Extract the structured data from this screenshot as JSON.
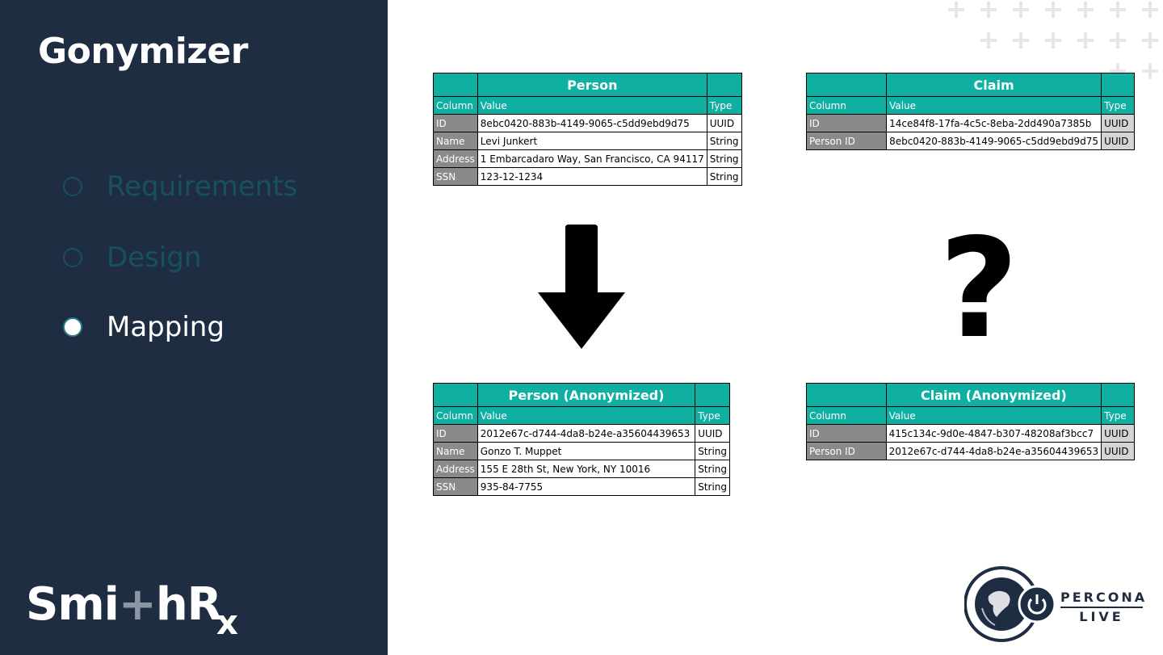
{
  "slide": {
    "title": "Gonymizer"
  },
  "agenda": [
    {
      "label": "Requirements",
      "active": false
    },
    {
      "label": "Design",
      "active": false
    },
    {
      "label": "Mapping",
      "active": true
    }
  ],
  "logo": {
    "smithrx_a": "Smi",
    "smithrx_plus": "+",
    "smithrx_b": "hR",
    "smithrx_sub": "x",
    "percona_line1": "PERCONA",
    "percona_line2": "LIVE"
  },
  "tables": {
    "person": {
      "title": "Person",
      "headers": {
        "column": "Column",
        "value": "Value",
        "type": "Type"
      },
      "rows": [
        {
          "column": "ID",
          "value": "8ebc0420-883b-4149-9065-c5dd9ebd9d75",
          "type": "UUID"
        },
        {
          "column": "Name",
          "value": "Levi Junkert",
          "type": "String"
        },
        {
          "column": "Address",
          "value": "1 Embarcadaro Way, San Francisco, CA 94117",
          "type": "String"
        },
        {
          "column": "SSN",
          "value": "123-12-1234",
          "type": "String"
        }
      ]
    },
    "claim": {
      "title": "Claim",
      "headers": {
        "column": "Column",
        "value": "Value",
        "type": "Type"
      },
      "rows": [
        {
          "column": "ID",
          "value": "14ce84f8-17fa-4c5c-8eba-2dd490a7385b",
          "type": "UUID"
        },
        {
          "column": "Person ID",
          "value": "8ebc0420-883b-4149-9065-c5dd9ebd9d75",
          "type": "UUID"
        }
      ]
    },
    "person_anon": {
      "title": "Person (Anonymized)",
      "headers": {
        "column": "Column",
        "value": "Value",
        "type": "Type"
      },
      "rows": [
        {
          "column": "ID",
          "value": "2012e67c-d744-4da8-b24e-a35604439653",
          "type": "UUID"
        },
        {
          "column": "Name",
          "value": "Gonzo T. Muppet",
          "type": "String"
        },
        {
          "column": "Address",
          "value": "155 E 28th St, New York, NY 10016",
          "type": "String"
        },
        {
          "column": "SSN",
          "value": "935-84-7755",
          "type": "String"
        }
      ]
    },
    "claim_anon": {
      "title": "Claim (Anonymized)",
      "headers": {
        "column": "Column",
        "value": "Value",
        "type": "Type"
      },
      "rows": [
        {
          "column": "ID",
          "value": "415c134c-9d0e-4847-b307-48208af3bcc7",
          "type": "UUID"
        },
        {
          "column": "Person ID",
          "value": "2012e67c-d744-4da8-b24e-a35604439653",
          "type": "UUID"
        }
      ]
    }
  },
  "diagram": {
    "arrow_icon": "down-arrow-icon",
    "question_mark": "?"
  },
  "colors": {
    "panel": "#1f2d42",
    "table_header": "#0fb0a2",
    "column_cell": "#8a8a8a",
    "agenda_inactive": "#17505e"
  }
}
